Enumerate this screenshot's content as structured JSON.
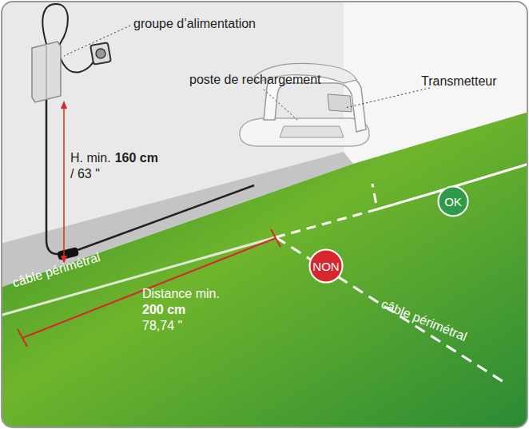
{
  "diagram": {
    "nodes": [
      {
        "text": [
          "OK"
        ]
      },
      {
        "text": [
          "NON"
        ]
      }
    ],
    "labels": [
      "groupe d’alimentation",
      "poste de rechargement",
      "Transmetteur",
      "H. min.",
      "160 cm",
      "/ 63 \"",
      "câble périmétral",
      "câble périmétral",
      "Distance min.",
      "200 cm",
      "78,74 \""
    ]
  }
}
